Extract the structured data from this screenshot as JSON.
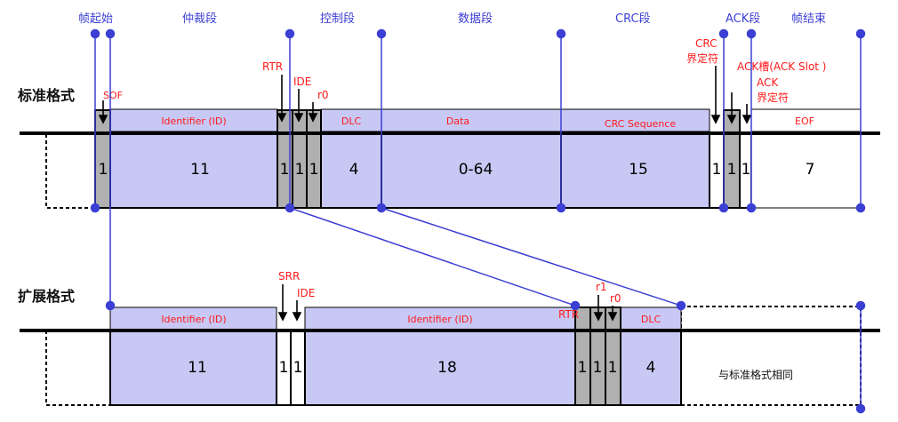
{
  "top_labels": {
    "frame_start": "帧起始",
    "arbitration": "仲裁段",
    "control": "控制段",
    "data": "数据段",
    "crc": "CRC段",
    "ack": "ACK段",
    "frame_end": "帧结束"
  },
  "standard": {
    "title": "标准格式",
    "sof": "SOF",
    "rtr": "RTR",
    "ide": "IDE",
    "r0": "r0",
    "crc_delim": [
      "CRC",
      "界定符"
    ],
    "ack_slot": "ACK槽(ACK Slot )",
    "ack_delim": [
      "ACK",
      "界定符"
    ],
    "headers": {
      "identifier": "Identifier (ID)",
      "dlc": "DLC",
      "data": "Data",
      "crc_seq": "CRC Sequence",
      "eof": "EOF"
    },
    "bits": {
      "sof": "1",
      "id": "11",
      "rtr": "1",
      "ide": "1",
      "r0": "1",
      "dlc": "4",
      "data": "0-64",
      "crc": "15",
      "crc_delim": "1",
      "ack_slot": "1",
      "ack_delim": "1",
      "eof": "7"
    }
  },
  "extended": {
    "title": "扩展格式",
    "srr": "SRR",
    "ide": "IDE",
    "r1": "r1",
    "r0": "r0",
    "rtr": "RTR",
    "headers": {
      "identifier1": "Identifier (ID)",
      "identifier2": "Identifier (ID)",
      "dlc": "DLC"
    },
    "bits": {
      "id1": "11",
      "srr": "1",
      "ide": "1",
      "id2": "18",
      "rtr": "1",
      "r1": "1",
      "r0": "1",
      "dlc": "4"
    },
    "same_note": "与标准格式相同"
  }
}
